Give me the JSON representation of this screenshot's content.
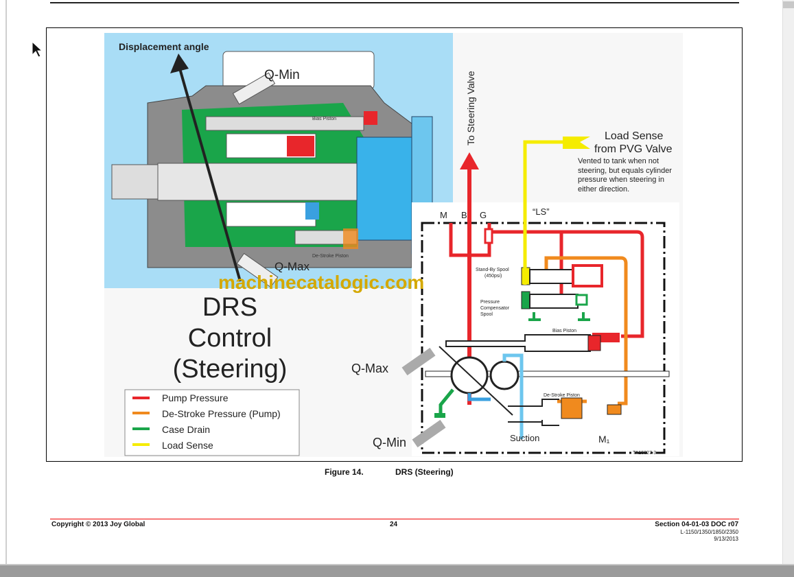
{
  "figure": {
    "caption_number": "Figure 14.",
    "caption_title": "DRS (Steering)",
    "cutaway": {
      "displacement_angle": "Displacement angle",
      "q_min": "Q-Min",
      "q_max": "Q-Max",
      "bias_piston": "Bias Piston",
      "de_stroke_piston": "De-Stroke Piston"
    },
    "title_lines": [
      "DRS",
      "Control",
      "(Steering)"
    ],
    "legend": [
      {
        "label": "Pump Pressure",
        "color": "#e8262b"
      },
      {
        "label": "De-Stroke Pressure (Pump)",
        "color": "#f08a1e"
      },
      {
        "label": "Case Drain",
        "color": "#1aa54a"
      },
      {
        "label": "Load Sense",
        "color": "#f5ec00"
      }
    ],
    "schematic": {
      "to_steering_valve": "To Steering Valve",
      "load_sense_title_1": "Load Sense",
      "load_sense_title_2": "from PVG Valve",
      "load_sense_note": [
        "Vented to tank when not",
        "steering, but equals cylinder",
        "pressure when steering in",
        "either direction."
      ],
      "port_m": "M",
      "port_b": "B",
      "port_g": "G",
      "port_ls": "“LS”",
      "standby_spool": [
        "Stand-By Spool",
        "(450psi)"
      ],
      "pressure_comp_spool": [
        "Pressure",
        "Compensator",
        "Spool"
      ],
      "bias_piston": "Bias Piston",
      "de_stroke_piston": "De-Stroke Piston",
      "q_max": "Q-Max",
      "q_min": "Q-Min",
      "suction": "Suction",
      "port_m1": "M₁",
      "drawing_id": "TA15327-3"
    },
    "watermark": "machinecatalogic.com"
  },
  "footer": {
    "copyright": "Copyright © 2013 Joy Global",
    "page_number": "24",
    "section": "Section 04-01-03 DOC r07",
    "models": "L-1150/1350/1850/2350",
    "date": "9/13/2013"
  }
}
